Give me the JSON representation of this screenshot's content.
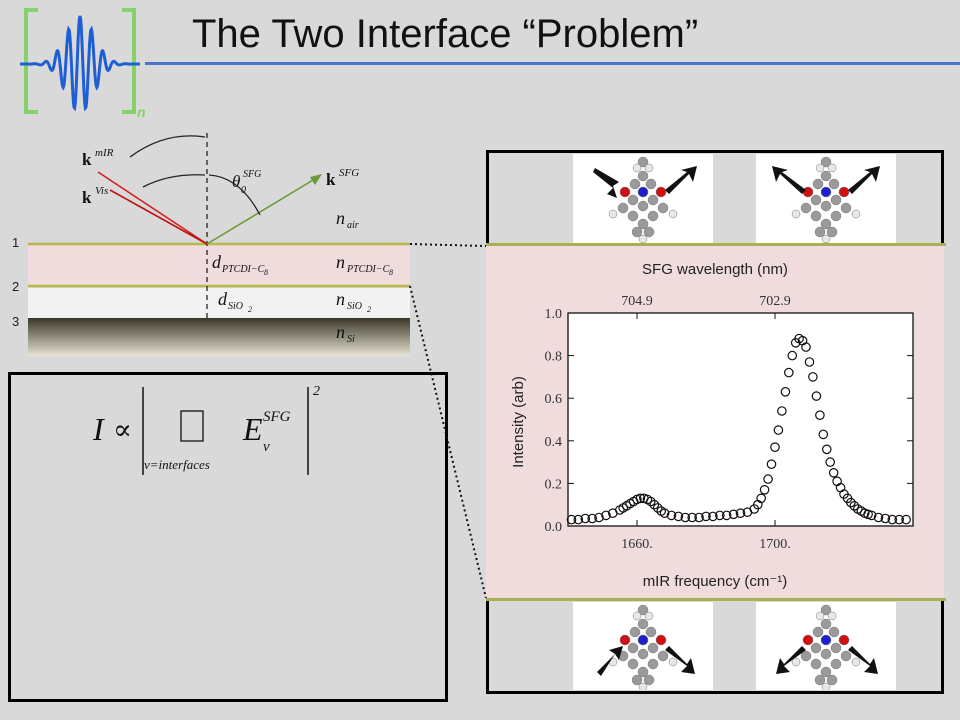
{
  "slide": {
    "title": "The Two Interface “Problem”",
    "accent_color": "#4a74c9",
    "logo_subscript": "n"
  },
  "diagram": {
    "vectors": {
      "k_mir": "k",
      "k_mir_sup": "mIR",
      "k_vis": "k",
      "k_vis_sup": "Vis",
      "k_sfg": "k",
      "k_sfg_sup": "SFG",
      "theta": "θ",
      "theta_sub": "0",
      "theta_sup": "SFG"
    },
    "layer_numbers": [
      "1",
      "2",
      "3"
    ],
    "labels": {
      "n_air": "n",
      "n_air_sub": "air",
      "d_ptcdi": "d",
      "d_ptcdi_sub": "PTCDI−C",
      "d_ptcdi_sub2": "8",
      "n_ptcdi": "n",
      "n_ptcdi_sub": "PTCDI−C",
      "n_ptcdi_sub2": "8",
      "d_sio2": "d",
      "d_sio2_sub": "SiO",
      "d_sio2_sub2": "2",
      "n_sio2": "n",
      "n_sio2_sub": "SiO",
      "n_sio2_sub2": "2",
      "n_si": "n",
      "n_si_sub": "Si"
    },
    "colors": {
      "mir_ray": "#d42020",
      "vis_ray": "#c01010",
      "sfg_ray": "#6a9a3a",
      "film": "#f0dcdc"
    }
  },
  "formula": {
    "lhs": "I",
    "prop": "∝",
    "sum_under": "ν=interfaces",
    "field": "E",
    "field_sup": "SFG",
    "field_sub": "ν",
    "power": "2"
  },
  "chart_data": {
    "type": "scatter",
    "title": "",
    "xlabel": "mIR frequency (cm⁻¹)",
    "x2label": "SFG wavelength (nm)",
    "ylabel": "Intensity (arb)",
    "xlim": [
      1640,
      1740
    ],
    "ylim": [
      0.0,
      1.0
    ],
    "x_ticks": [
      "1660.",
      "1700."
    ],
    "x_tick_values": [
      1660,
      1700
    ],
    "x2_ticks": [
      "704.9",
      "702.9"
    ],
    "x2_tick_values": [
      1660,
      1700
    ],
    "y_ticks": [
      "0.0",
      "0.2",
      "0.4",
      "0.6",
      "0.8",
      "1.0"
    ],
    "y_tick_values": [
      0.0,
      0.2,
      0.4,
      0.6,
      0.8,
      1.0
    ],
    "series": [
      {
        "marker": "open-circle",
        "x": [
          1641,
          1643,
          1645,
          1647,
          1649,
          1651,
          1653,
          1655,
          1656,
          1657,
          1658,
          1659,
          1660,
          1661,
          1662,
          1663,
          1664,
          1665,
          1666,
          1667,
          1668,
          1670,
          1672,
          1674,
          1676,
          1678,
          1680,
          1682,
          1684,
          1686,
          1688,
          1690,
          1692,
          1694,
          1695,
          1696,
          1697,
          1698,
          1699,
          1700,
          1701,
          1702,
          1703,
          1704,
          1705,
          1706,
          1707,
          1708,
          1709,
          1710,
          1711,
          1712,
          1713,
          1714,
          1715,
          1716,
          1717,
          1718,
          1719,
          1720,
          1721,
          1722,
          1723,
          1724,
          1725,
          1726,
          1727,
          1728,
          1730,
          1732,
          1734,
          1736,
          1738
        ],
        "y": [
          0.03,
          0.03,
          0.035,
          0.035,
          0.04,
          0.05,
          0.06,
          0.075,
          0.085,
          0.095,
          0.105,
          0.115,
          0.125,
          0.13,
          0.13,
          0.125,
          0.115,
          0.1,
          0.085,
          0.07,
          0.06,
          0.05,
          0.045,
          0.04,
          0.04,
          0.04,
          0.045,
          0.045,
          0.05,
          0.05,
          0.055,
          0.06,
          0.065,
          0.08,
          0.1,
          0.13,
          0.17,
          0.22,
          0.29,
          0.37,
          0.45,
          0.54,
          0.63,
          0.72,
          0.8,
          0.86,
          0.88,
          0.87,
          0.84,
          0.77,
          0.7,
          0.61,
          0.52,
          0.43,
          0.36,
          0.3,
          0.25,
          0.21,
          0.18,
          0.15,
          0.13,
          0.11,
          0.095,
          0.08,
          0.07,
          0.06,
          0.055,
          0.05,
          0.04,
          0.035,
          0.03,
          0.03,
          0.03
        ]
      }
    ]
  },
  "molecules": {
    "arrow_color": "#111",
    "atom_colors": {
      "carbon": "#9a9a9a",
      "oxygen": "#d01010",
      "nitrogen": "#2020c8",
      "hydrogen": "#e8e8e8"
    }
  }
}
